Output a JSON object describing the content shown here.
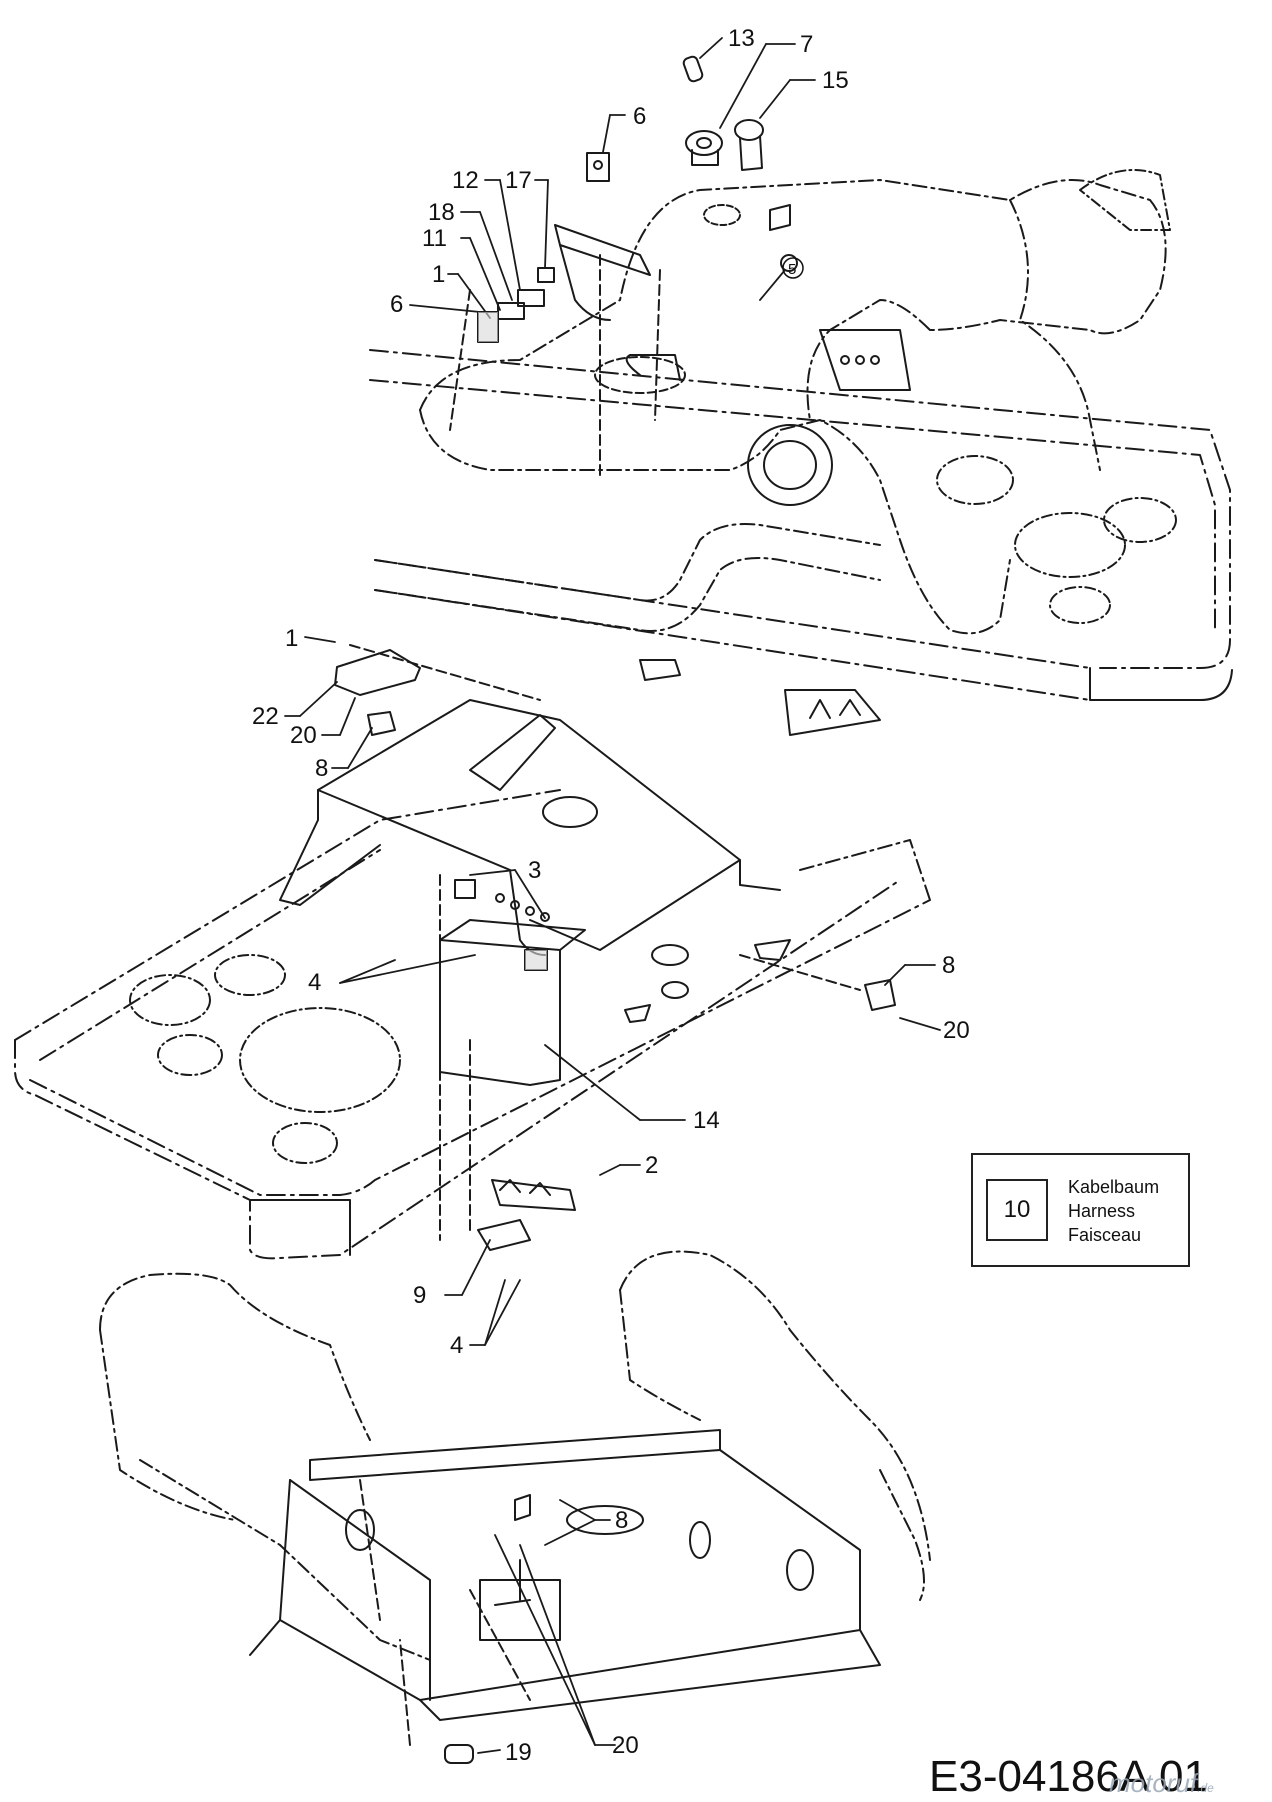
{
  "colors": {
    "line": "#1a1a1a",
    "fill_shadow": "#d9d9d9",
    "watermark": "#9aa7b5"
  },
  "callouts": {
    "c13": "13",
    "c7": "7",
    "c15": "15",
    "c6a": "6",
    "c12": "12",
    "c17": "17",
    "c18": "18",
    "c11": "11",
    "c1a": "1",
    "c6b": "6",
    "c5": "5",
    "c1b": "1",
    "c22": "22",
    "c20a": "20",
    "c8a": "8",
    "c3": "3",
    "c4a": "4",
    "c8b": "8",
    "c20b": "20",
    "c14": "14",
    "c2": "2",
    "c9": "9",
    "c4b": "4",
    "c8c": "8",
    "c19": "19",
    "c20c": "20"
  },
  "legend": {
    "number": "10",
    "line1": "Kabelbaum",
    "line2": "Harness",
    "line3": "Faisceau"
  },
  "drawing_code": "E3-04186A 01",
  "watermark": {
    "text": "motoruf",
    "suffix": ".de"
  }
}
